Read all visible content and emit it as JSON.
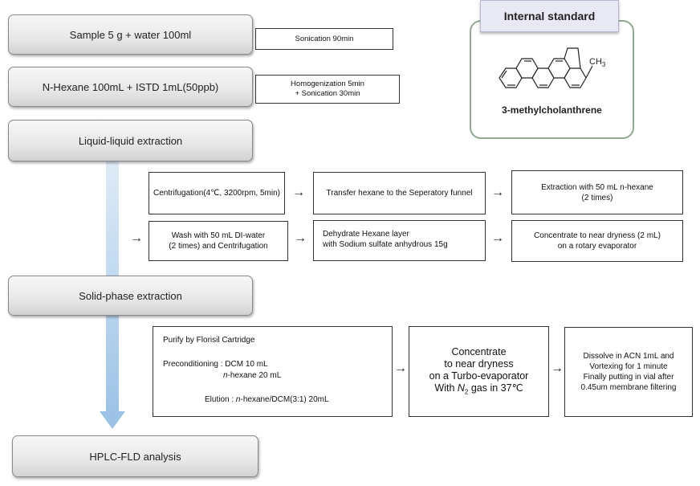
{
  "internal_standard": {
    "header": "Internal standard",
    "compound_name": "3-methylcholanthrene",
    "methyl_label": "CH",
    "methyl_subscript": "3"
  },
  "steps": {
    "sample": "Sample 5 g + water 100ml",
    "hexane": "N-Hexane 100mL + ISTD 1mL(50ppb)",
    "lle": "Liquid-liquid extraction",
    "spe": "Solid-phase extraction",
    "hplc": "HPLC-FLD analysis"
  },
  "notes": {
    "sonication": "Sonication 90min",
    "homogenization": "Homogenization 5min\n+ Sonication 30min"
  },
  "lle_boxes": {
    "centrifugation": "Centrifugation(4℃, 3200rpm, 5min)",
    "transfer": "Transfer hexane to the Seperatory funnel",
    "extraction": "Extraction with 50 mL n-hexane\n(2 times)",
    "wash": "Wash with 50 mL DI-water\n(2 times) and Centrifugation",
    "dehydrate": "Dehydrate Hexane layer\nwith Sodium sulfate anhydrous 15g",
    "concentrate_rotary": "Concentrate to near dryness (2 mL)\non a rotary evaporator"
  },
  "spe_boxes": {
    "purify": {
      "title": "Purify by Florisil Cartridge",
      "precond_label": "Preconditioning  : DCM 10 mL",
      "precond_hexane_prefix": "n",
      "precond_hexane_rest": "-hexane 20 mL",
      "elution_label": "Elution : ",
      "elution_prefix": "n",
      "elution_rest": "-hexane/DCM(3:1) 20mL"
    },
    "turbo": {
      "line1": "Concentrate",
      "line2": "to near dryness",
      "line3": "on a Turbo-evaporator",
      "line4_prefix": "With ",
      "line4_n": "N",
      "line4_sub": "2",
      "line4_suffix": " gas in 37℃"
    },
    "dissolve": "Dissolve in ACN 1mL and\nVortexing for 1 minute\nFinally putting in vial after\n0.45um membrane filtering"
  }
}
